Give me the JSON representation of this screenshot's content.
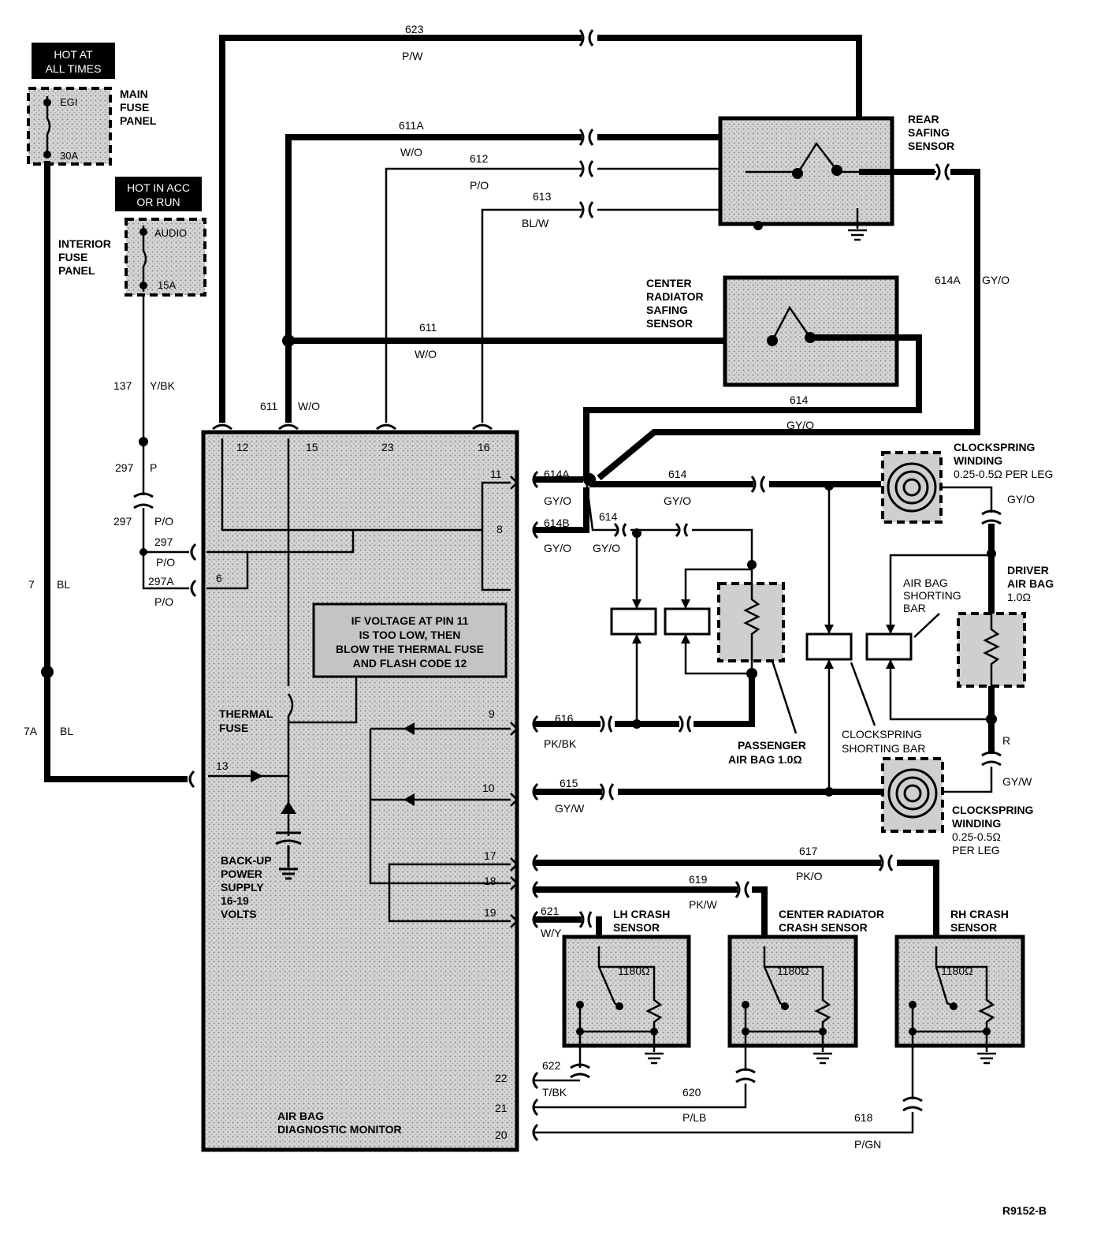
{
  "power": {
    "hot_at_all_times_1": "HOT AT",
    "hot_at_all_times_2": "ALL TIMES",
    "hot_in_acc_1": "HOT IN ACC",
    "hot_in_acc_2": "OR RUN",
    "main_fuse_panel": [
      "MAIN",
      "FUSE",
      "PANEL"
    ],
    "interior_fuse_panel": [
      "INTERIOR",
      "FUSE",
      "PANEL"
    ],
    "egi": "EGI",
    "egi_amp": "30A",
    "audio": "AUDIO",
    "audio_amp": "15A"
  },
  "wires": {
    "w623": "623",
    "w623c": "P/W",
    "w611a": "611A",
    "w611ac": "W/O",
    "w612": "612",
    "w612c": "P/O",
    "w613": "613",
    "w613c": "BL/W",
    "w611": "611",
    "w611c": "W/O",
    "w611b": "611",
    "w611bc": "W/O",
    "w614": "614",
    "w614c": "GY/O",
    "w614a_r": "614A",
    "w614a_rc": "GY/O",
    "w614a": "614A",
    "w614ac": "GY/O",
    "w614b": "614B",
    "w614bc": "GY/O",
    "w614s": "614",
    "w614sc": "GY/O",
    "w614h": "614",
    "w614hc": "GY/O",
    "w137": "137",
    "w137c": "Y/BK",
    "w297": "297",
    "w297c": "P",
    "w297b": "297",
    "w297bc": "P/O",
    "w297c2": "297",
    "w297cc": "P/O",
    "w297a": "297A",
    "w297ac": "P/O",
    "w7": "7",
    "w7c": "BL",
    "w7a": "7A",
    "w7ac": "BL",
    "w616": "616",
    "w616c": "PK/BK",
    "w615": "615",
    "w615c": "GY/W",
    "w617": "617",
    "w617c": "PK/O",
    "w619": "619",
    "w619c": "PK/W",
    "w621": "621",
    "w621c": "W/Y",
    "w622": "622",
    "w622c": "T/BK",
    "w620": "620",
    "w620c": "P/LB",
    "w618": "618",
    "w618c": "P/GN",
    "wr": "R",
    "wgyo_cs": "GY/O",
    "wgyw_cs": "GY/W"
  },
  "pins": [
    "12",
    "15",
    "23",
    "16",
    "11",
    "8",
    "6",
    "9",
    "13",
    "10",
    "17",
    "18",
    "19",
    "22",
    "21",
    "20"
  ],
  "monitor": {
    "title_1": "AIR BAG",
    "title_2": "DIAGNOSTIC MONITOR",
    "note": [
      "IF VOLTAGE AT PIN 11",
      "IS TOO LOW, THEN",
      "BLOW THE THERMAL FUSE",
      "AND FLASH CODE 12"
    ],
    "thermal_fuse": [
      "THERMAL",
      "FUSE"
    ],
    "backup": [
      "BACK-UP",
      "POWER",
      "SUPPLY",
      "16-19",
      "VOLTS"
    ]
  },
  "components": {
    "rear_safing": [
      "REAR",
      "SAFING",
      "SENSOR"
    ],
    "center_radiator_safing": [
      "CENTER",
      "RADIATOR",
      "SAFING",
      "SENSOR"
    ],
    "clockspring_top": [
      "CLOCKSPRING",
      "WINDING",
      "0.25-0.5Ω PER LEG"
    ],
    "clockspring_bottom": [
      "CLOCKSPRING",
      "WINDING",
      "0.25-0.5Ω",
      "PER LEG"
    ],
    "driver_air_bag": [
      "DRIVER",
      "AIR BAG",
      "1.0Ω"
    ],
    "air_bag_shorting_bar": [
      "AIR BAG",
      "SHORTING",
      "BAR"
    ],
    "passenger_air_bag": [
      "PASSENGER",
      "AIR BAG 1.0Ω"
    ],
    "clockspring_shorting_bar": [
      "CLOCKSPRING",
      "SHORTING BAR"
    ],
    "lh_crash": [
      "LH CRASH",
      "SENSOR"
    ],
    "center_crash": [
      "CENTER RADIATOR",
      "CRASH SENSOR"
    ],
    "rh_crash": [
      "RH CRASH",
      "SENSOR"
    ],
    "resistance": "1180Ω"
  },
  "figure_id": "R9152-B"
}
